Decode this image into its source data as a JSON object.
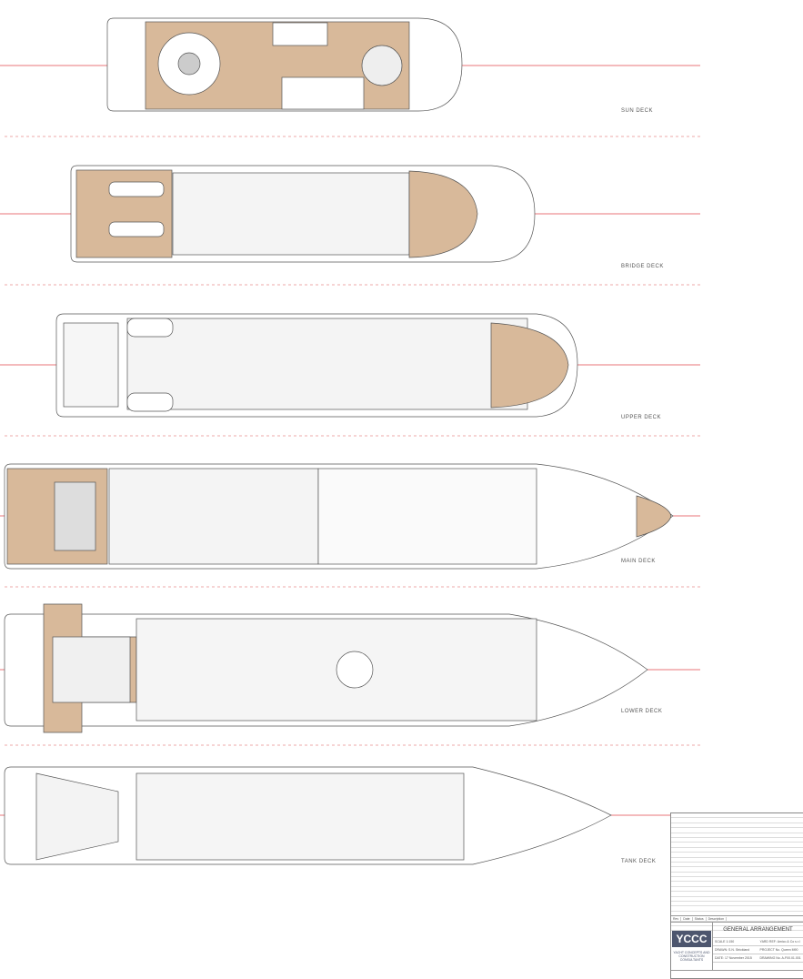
{
  "decks": [
    {
      "label": "SUN DECK"
    },
    {
      "label": "BRIDGE DECK"
    },
    {
      "label": "UPPER DECK"
    },
    {
      "label": "MAIN DECK"
    },
    {
      "label": "LOWER DECK"
    },
    {
      "label": "TANK DECK"
    }
  ],
  "title_block": {
    "logo": "YCCC",
    "company": "YACHT CONCEPTS AND CONSTRUCTION CONSULTANTS",
    "title": "GENERAL ARRANGEMENT",
    "scale": "SCALE 1:150",
    "yard_ref": "YARD REF: Amico & Co s.r.l",
    "drawn": "DRAWN: S.N. Strickland",
    "project": "PROJECT No. Queen M90",
    "date": "DATE: 17 November 2015",
    "drawing_no": "DRAWING No. A-F00.01.001",
    "rev_headers": [
      "Rev",
      "Date",
      "Status",
      "Description"
    ]
  },
  "colors": {
    "deck_wood": "#d8b99a",
    "centerline": "#e0474c",
    "outline": "#555555"
  }
}
